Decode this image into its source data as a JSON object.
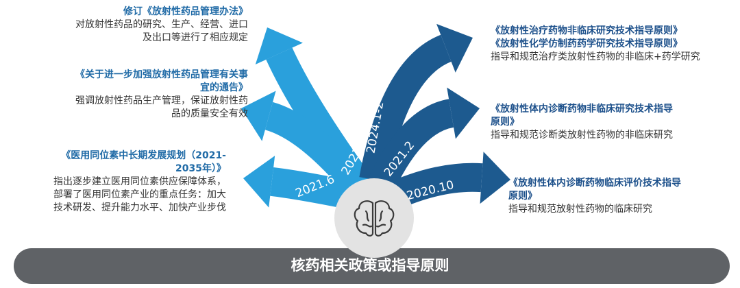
{
  "colors": {
    "left_arrow": "#2aa0dc",
    "right_arrow": "#1d5a8f",
    "footer": "#5f6266",
    "circle": "#e3e3e3",
    "left_title": "#1f6aa6",
    "right_title": "#1b4f8a"
  },
  "center_icon": "brain-icon",
  "footer": {
    "label": "核药相关政策或指导原则"
  },
  "left": [
    {
      "date": "2022.3",
      "title": [
        "修订《放射性药品管理办法》"
      ],
      "desc": [
        "对放射性药品的研究、生产、经营、进口",
        "及出口等进行了相应规定"
      ]
    },
    {
      "date": "2022.1",
      "title": [
        "《关于进一步加强放射性药品管理有关事",
        "宜的通告》"
      ],
      "desc": [
        "强调放射性药品生产管理，保证放射性药",
        "品的质量安全有效"
      ]
    },
    {
      "date": "2021.6",
      "title": [
        "《医用同位素中长期发展规划（2021-",
        "2035年）》"
      ],
      "desc": [
        "指出逐步建立医用同位素供应保障体系，",
        "部署了医用同位素产业的重点任务：加大",
        "技术研发、提升能力水平、加快产业步伐"
      ]
    }
  ],
  "right": [
    {
      "date": "2024.1-2",
      "title": [
        "《放射性治疗药物非临床研究技术指导原则》",
        "《放射性化学仿制药药学研究技术指导原则》"
      ],
      "desc": [
        "指导和规范治疗类放射性药物的非临床+药学研究"
      ]
    },
    {
      "date": "2021.2",
      "title": [
        "《放射性体内诊断药物非临床研究技术指导",
        "原则》"
      ],
      "desc": [
        "指导和规范诊断类放射性药物的非临床研究"
      ]
    },
    {
      "date": "2020.10",
      "title": [
        "《放射性体内诊断药物临床评价技术指导",
        "原则》"
      ],
      "desc": [
        "指导和规范放射性药物的临床研究"
      ]
    }
  ]
}
